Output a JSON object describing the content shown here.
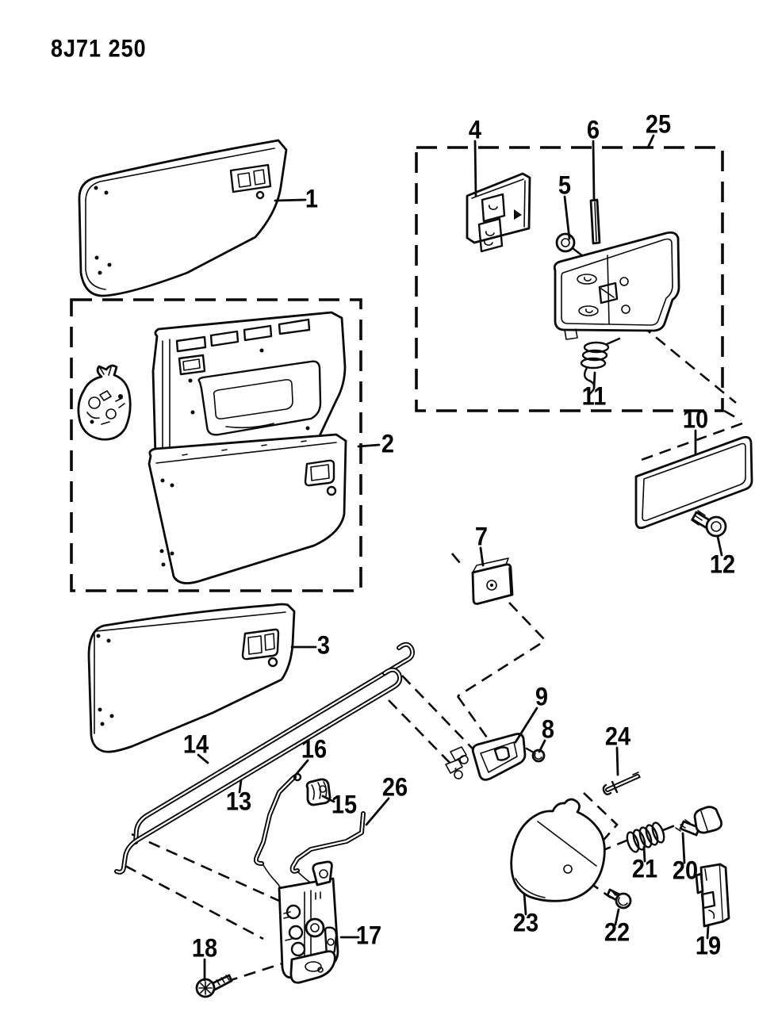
{
  "figure": {
    "code": "8J71 250"
  },
  "colors": {
    "ink": "#0a0a0a",
    "background": "#ffffff"
  },
  "callouts": {
    "n1": "1",
    "n2": "2",
    "n3": "3",
    "n4": "4",
    "n5": "5",
    "n6": "6",
    "n7": "7",
    "n8": "8",
    "n9": "9",
    "n10": "10",
    "n11": "11",
    "n12": "12",
    "n13": "13",
    "n14": "14",
    "n15": "15",
    "n16": "16",
    "n17": "17",
    "n18": "18",
    "n19": "19",
    "n20": "20",
    "n21": "21",
    "n22": "22",
    "n23": "23",
    "n24": "24",
    "n25": "25",
    "n26": "26"
  }
}
